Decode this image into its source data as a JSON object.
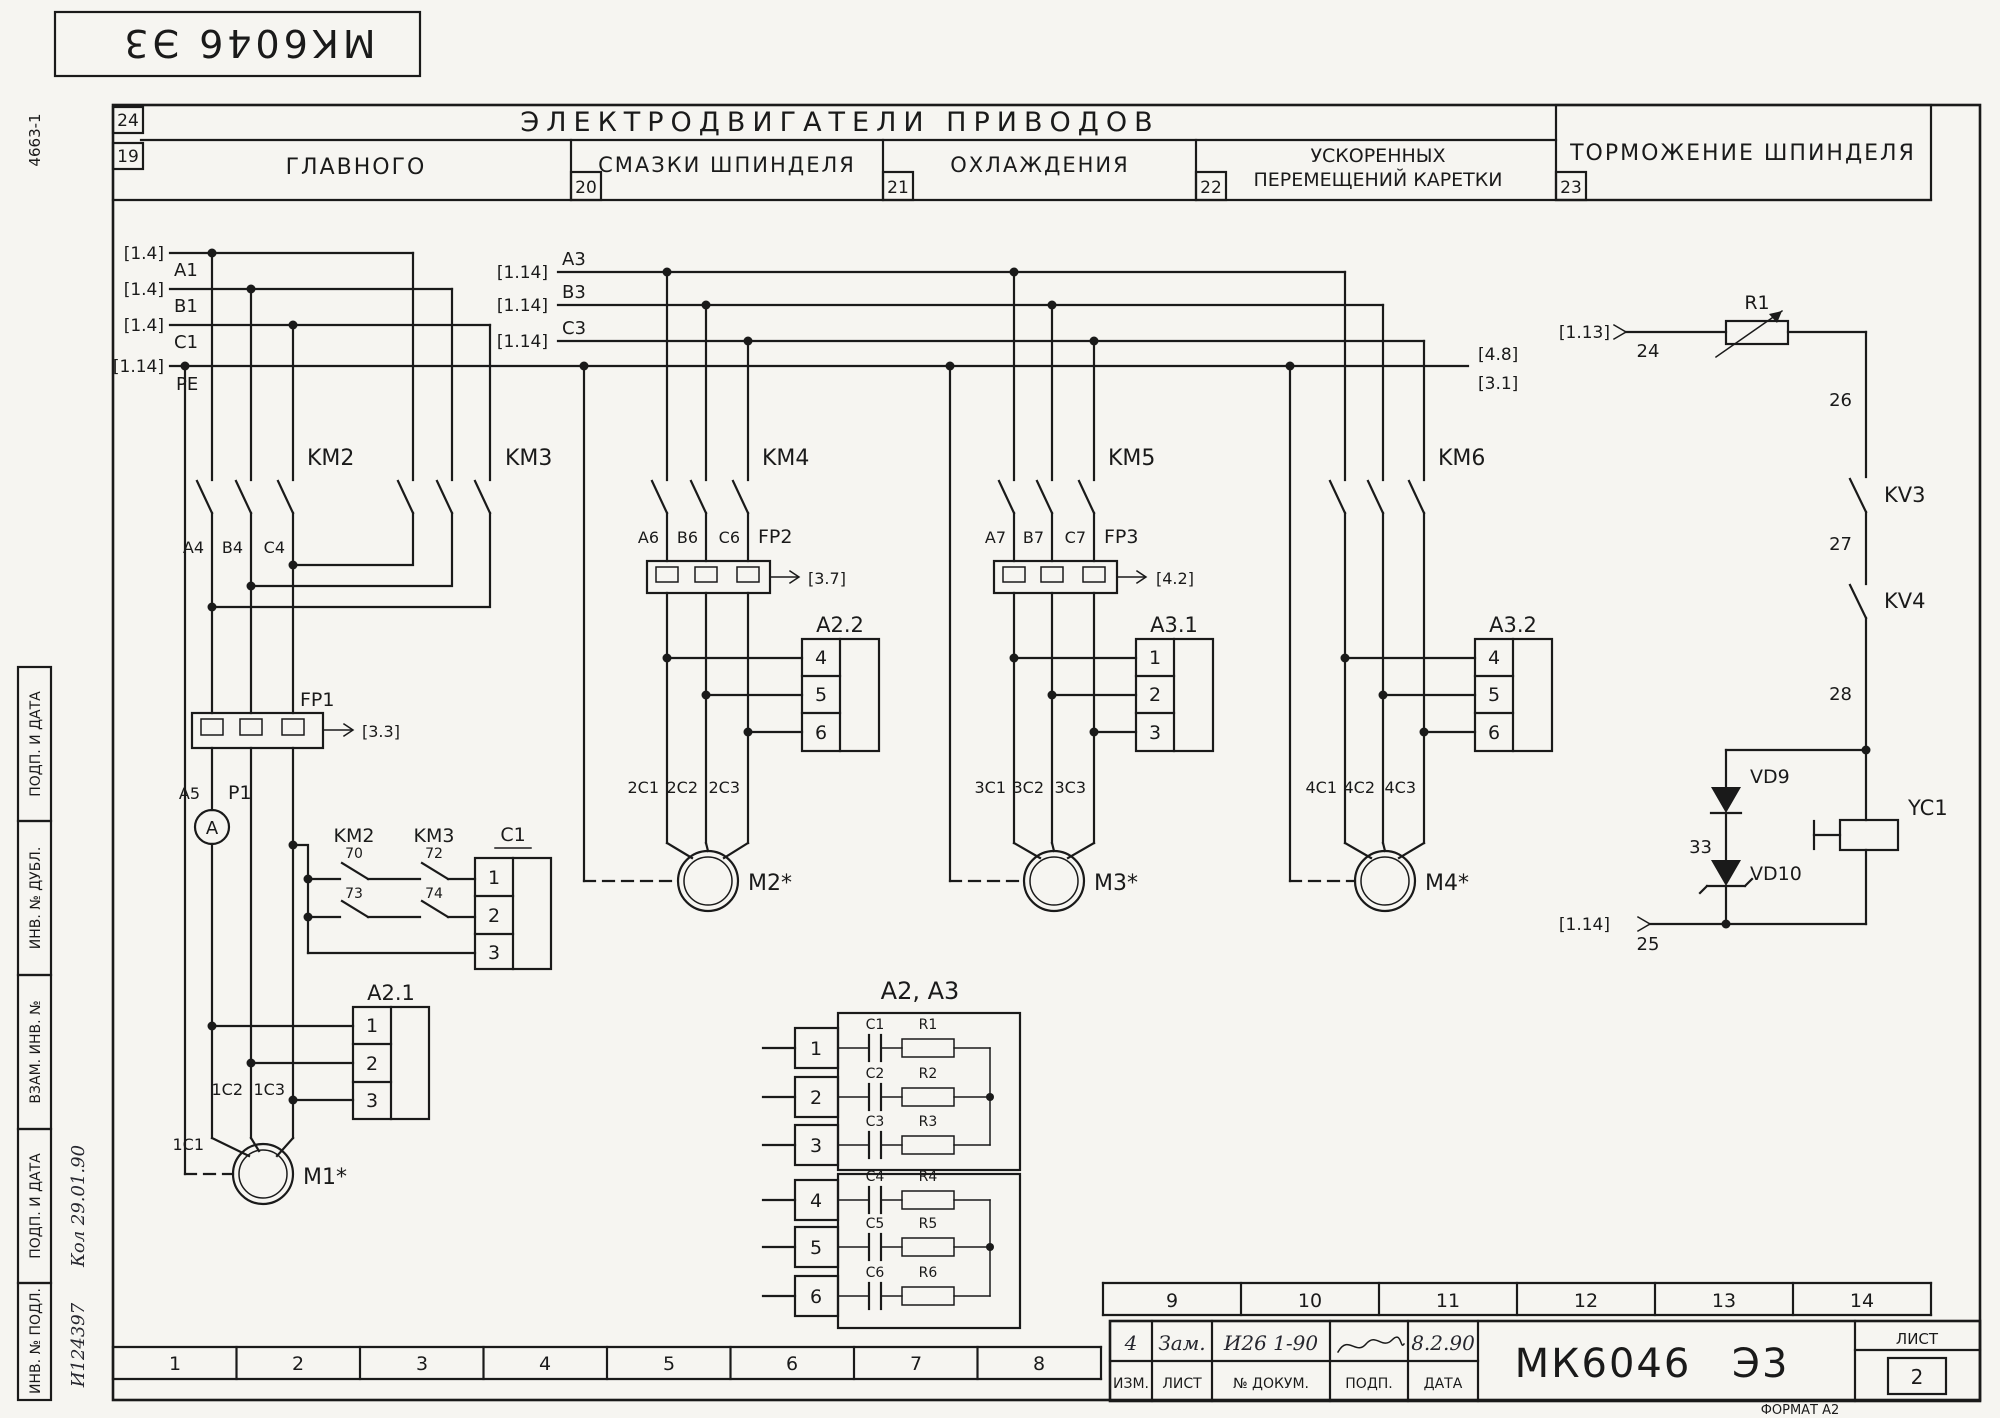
{
  "colors": {
    "paper": "#f6f5f1",
    "ink": "#1a1a1a"
  },
  "sheet": {
    "corner_code": "4663-1",
    "stamp_title": "МК6046 Э3",
    "format_note": "ФОРМАТ А2"
  },
  "header": {
    "title": "ЭЛЕКТРОДВИГАТЕЛИ ПРИВОДОВ",
    "zones": {
      "z24": "24",
      "z19": "19",
      "z20": "20",
      "z21": "21",
      "z22": "22",
      "z23": "23"
    },
    "columns": {
      "main": "ГЛАВНОГО",
      "lube": "СМАЗКИ ШПИНДЕЛЯ",
      "cooling": "ОХЛАЖДЕНИЯ",
      "rapid_line1": "УСКОРЕННЫХ",
      "rapid_line2": "ПЕРЕМЕЩЕНИЙ КАРЕТКИ",
      "braking": "ТОРМОЖЕНИЕ ШПИНДЕЛЯ"
    }
  },
  "rails": {
    "a1": {
      "ref": "[1.4]",
      "name": "A1"
    },
    "b1": {
      "ref": "[1.4]",
      "name": "B1"
    },
    "c1": {
      "ref": "[1.4]",
      "name": "C1"
    },
    "pe": {
      "ref": "[1.14]",
      "name": "PE"
    },
    "a3": {
      "ref": "[1.14]",
      "name": "A3"
    },
    "b3": {
      "ref": "[1.14]",
      "name": "B3"
    },
    "c3": {
      "ref": "[1.14]",
      "name": "C3"
    },
    "right_ref_top": "[4.8]",
    "right_ref_bottom": "[3.1]"
  },
  "contactors": {
    "km2": "KM2",
    "km3": "KM3",
    "km4": "KM4",
    "km5": "KM5",
    "km6": "KM6"
  },
  "wire_labels": {
    "m1": [
      "A4",
      "B4",
      "C4"
    ],
    "m2": [
      "A6",
      "B6",
      "C6"
    ],
    "m3": [
      "A7",
      "B7",
      "C7"
    ],
    "m1_out": [
      "1C1",
      "1C2",
      "1C3"
    ],
    "m2_out": [
      "2C1",
      "2C2",
      "2C3"
    ],
    "m3_out": [
      "3C1",
      "3C2",
      "3C3"
    ],
    "m4_out": [
      "4C1",
      "4C2",
      "4C3"
    ]
  },
  "thermal_relays": {
    "fp1": {
      "name": "FP1",
      "ref": "[3.3]"
    },
    "fp2": {
      "name": "FP2",
      "ref": "[3.7]"
    },
    "fp3": {
      "name": "FP3",
      "ref": "[4.2]"
    }
  },
  "ammeter": {
    "terminal": "A5",
    "name": "P1",
    "symbol": "A"
  },
  "aux_contacts": {
    "km2": "KM2",
    "km3": "KM3",
    "pins": [
      "70",
      "72",
      "73",
      "74"
    ]
  },
  "blocks": {
    "c1": {
      "name": "C1",
      "terminals": [
        "1",
        "2",
        "3"
      ]
    },
    "a21": {
      "name": "A2.1",
      "terminals": [
        "1",
        "2",
        "3"
      ]
    },
    "a22": {
      "name": "A2.2",
      "terminals": [
        "4",
        "5",
        "6"
      ]
    },
    "a31": {
      "name": "A3.1",
      "terminals": [
        "1",
        "2",
        "3"
      ]
    },
    "a32": {
      "name": "A3.2",
      "terminals": [
        "4",
        "5",
        "6"
      ]
    }
  },
  "motors": {
    "m1": "M1*",
    "m2": "M2*",
    "m3": "M3*",
    "m4": "M4*"
  },
  "brake_circuit": {
    "ref_in": "[1.13]",
    "node24": "24",
    "r1": "R1",
    "node26": "26",
    "kv3": "KV3",
    "node27": "27",
    "kv4": "KV4",
    "node28": "28",
    "vd9": "VD9",
    "node33": "33",
    "vd10": "VD10",
    "yc1": "YC1",
    "ref_out": "[1.14]",
    "node25": "25"
  },
  "rc_block": {
    "title": "A2, A3",
    "rows": [
      {
        "t": "1",
        "c": "C1",
        "r": "R1"
      },
      {
        "t": "2",
        "c": "C2",
        "r": "R2"
      },
      {
        "t": "3",
        "c": "C3",
        "r": "R3"
      },
      {
        "t": "4",
        "c": "C4",
        "r": "R4"
      },
      {
        "t": "5",
        "c": "C5",
        "r": "R5"
      },
      {
        "t": "6",
        "c": "C6",
        "r": "R6"
      }
    ]
  },
  "zone_strips": {
    "bottom": [
      "1",
      "2",
      "3",
      "4",
      "5",
      "6",
      "7",
      "8"
    ],
    "right": [
      "9",
      "10",
      "11",
      "12",
      "13",
      "14"
    ]
  },
  "title_block": {
    "doc_number": "МК6046 Э3",
    "rev": {
      "izm": "4",
      "list": "Зам.",
      "doc": "И26 1-90",
      "date": "8.2.90"
    },
    "labels": {
      "izm": "ИЗМ.",
      "list": "ЛИСТ",
      "doc": "№ ДОКУМ.",
      "podp": "ПОДП.",
      "data": "ДАТА"
    },
    "sheet_label": "ЛИСТ",
    "sheet_number": "2"
  },
  "side_stamps": {
    "s1": "ПОДП. И ДАТА",
    "s2": "ИНВ. № ДУБЛ.",
    "s3": "ВЗАМ. ИНВ. №",
    "s4": "ПОДП. И ДАТА",
    "s5": "ИНВ. № ПОДЛ.",
    "h1": "Кол 29.01.90",
    "h2": "И124397"
  }
}
